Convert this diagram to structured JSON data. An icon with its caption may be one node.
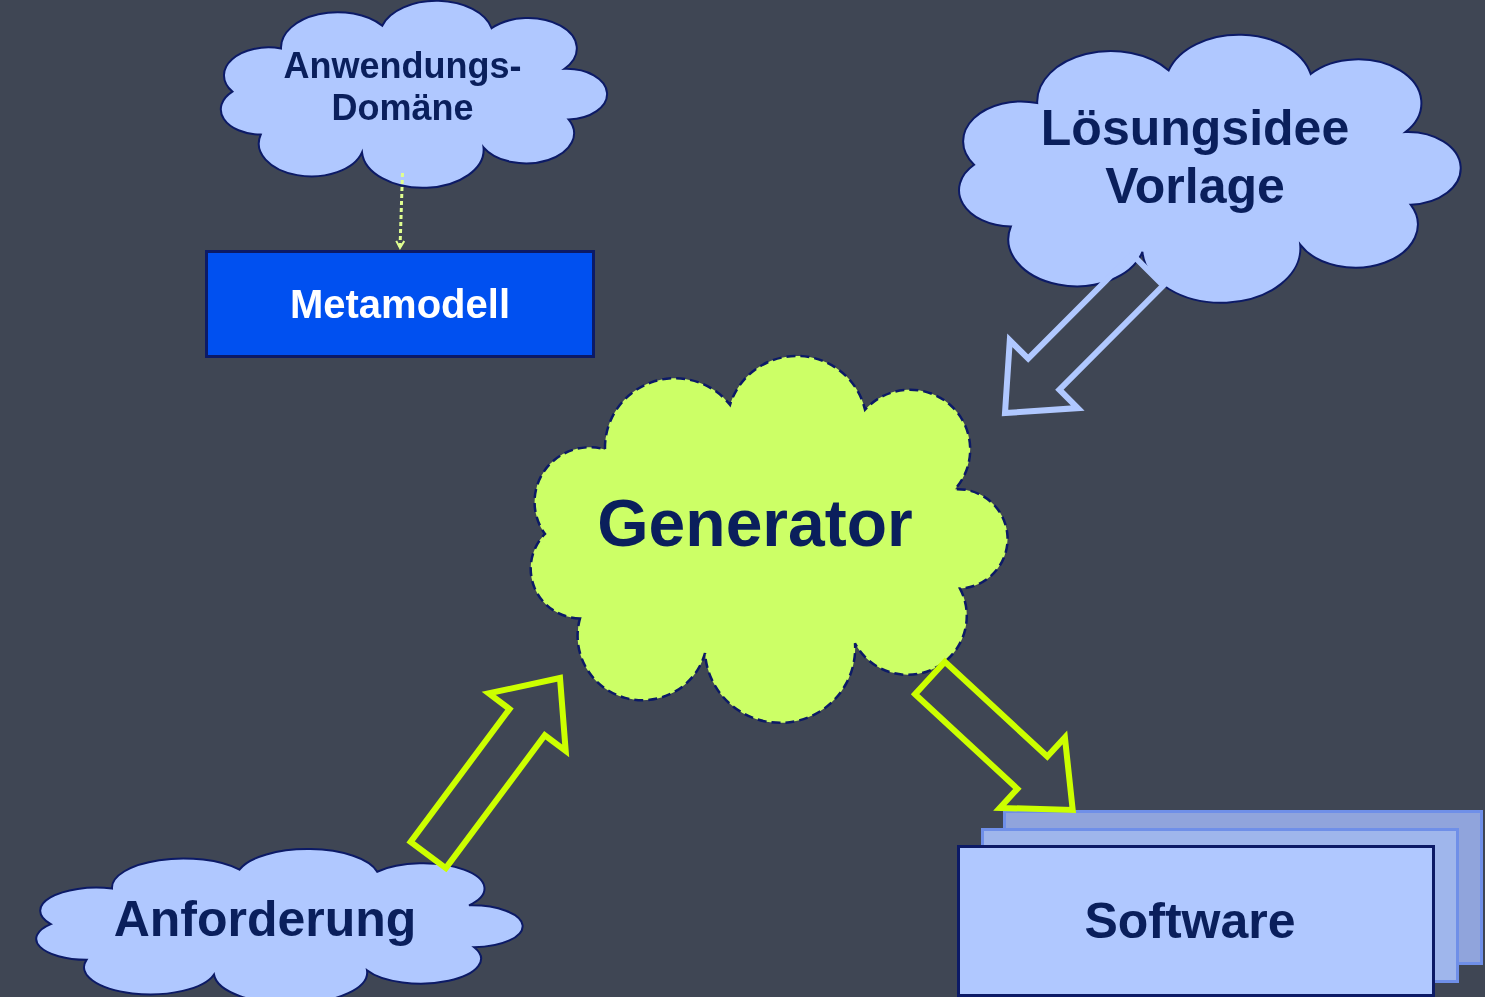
{
  "diagram": {
    "nodes": [
      {
        "text": [
          "Anwendungs- Domäne"
        ]
      },
      {
        "text": [
          "Metamodell"
        ]
      },
      {
        "text": [
          "Lösungsidee Vorlage"
        ]
      },
      {
        "text": [
          "Generator"
        ]
      },
      {
        "text": [
          "Anforderung"
        ]
      },
      {
        "text": [
          "Software"
        ]
      }
    ],
    "edges": [
      {
        "from": 0,
        "to": 1,
        "arrow": "to",
        "style": "dashed",
        "color": "#e0ff90"
      },
      {
        "from": 2,
        "to": 3,
        "arrow": "to",
        "style": "thick",
        "color": "#b0c8ff"
      },
      {
        "from": 4,
        "to": 3,
        "arrow": "to",
        "style": "thick"
      },
      {
        "from": 3,
        "to": 5,
        "arrow": "to",
        "style": "thick"
      }
    ]
  }
}
